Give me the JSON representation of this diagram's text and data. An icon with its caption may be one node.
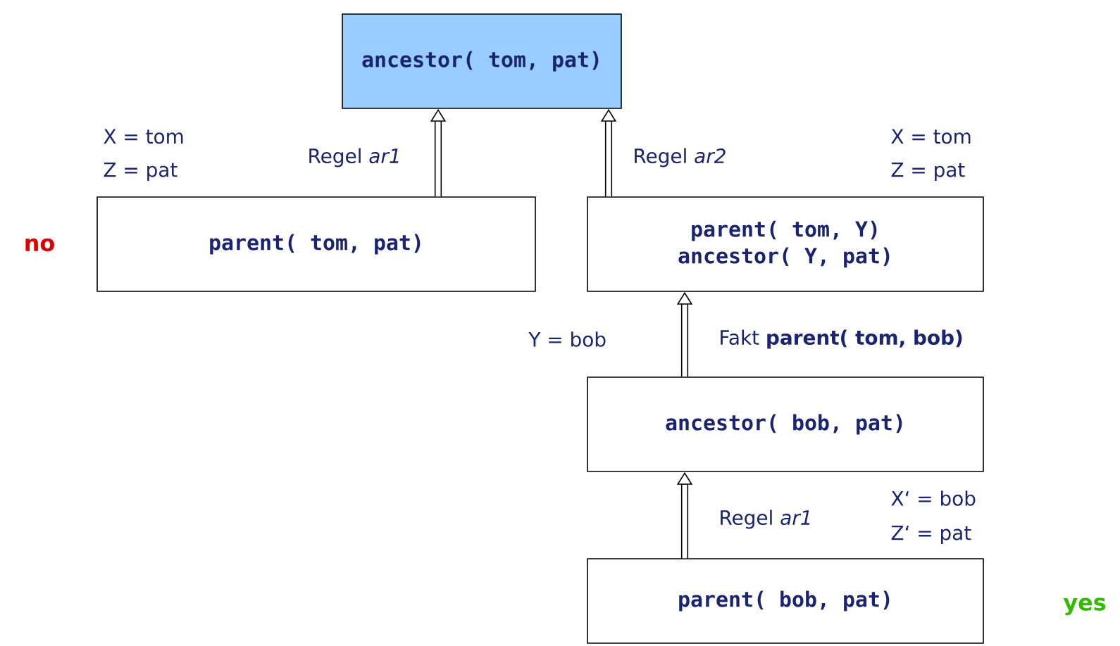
{
  "diagram": {
    "nodes": [
      {
        "text": [
          "ancestor( tom, pat)"
        ]
      },
      {
        "text": [
          "parent( tom, pat)"
        ],
        "beside": [
          "no"
        ]
      },
      {
        "text": [
          "parent( tom, Y)",
          "ancestor( Y, pat)"
        ]
      },
      {
        "text": [
          "ancestor( bob, pat)"
        ]
      },
      {
        "text": [
          "parent( bob, pat)"
        ],
        "beside": [
          "yes"
        ]
      }
    ],
    "edges": [
      {
        "from": 1,
        "to": 0,
        "arrow": "to",
        "label": "Regel *ar1*"
      },
      {
        "from": 2,
        "to": 0,
        "arrow": "to",
        "label": "Regel *ar2*"
      },
      {
        "from": 3,
        "to": 2,
        "arrow": "to",
        "label": "Fakt **parent( tom, bob)**"
      },
      {
        "from": 4,
        "to": 3,
        "arrow": "to",
        "label": "Regel *ar1*"
      }
    ],
    "labels": [
      "X = tom",
      "Z = pat",
      "X = tom",
      "Z = pat",
      "Y = bob",
      "X‘ = bob",
      "Z‘ = pat"
    ]
  }
}
